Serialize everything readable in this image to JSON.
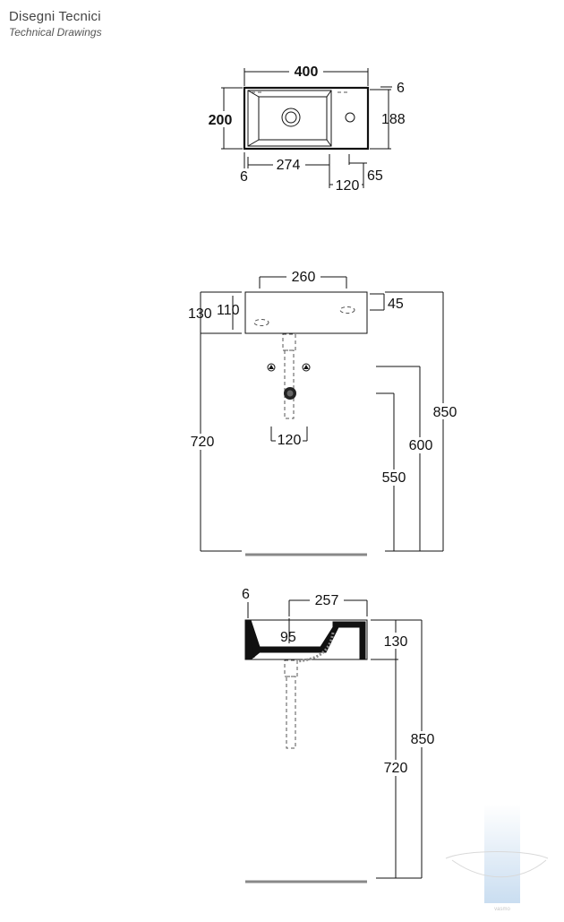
{
  "header": {
    "title": "Disegni Tecnici",
    "subtitle": "Technical Drawings"
  },
  "top_view": {
    "width": "400",
    "height_left": "200",
    "inner_height": "188",
    "rim": "6",
    "basin_width": "274",
    "rim_left": "6",
    "tap_offset": "120",
    "tap_edge": "65"
  },
  "front_view": {
    "drain_spacing_top": "260",
    "basin_height": "45",
    "overall_top": "130",
    "inner_top": "110",
    "height_total": "850",
    "height_wall": "600",
    "height_trap": "550",
    "height_under": "720",
    "drain_spacing": "120"
  },
  "side_view": {
    "rim": "6",
    "depth": "257",
    "drain_from_wall": "95",
    "basin_height": "130",
    "height_total": "850",
    "height_under": "720"
  },
  "watermark": {
    "brand": "vasmo"
  }
}
